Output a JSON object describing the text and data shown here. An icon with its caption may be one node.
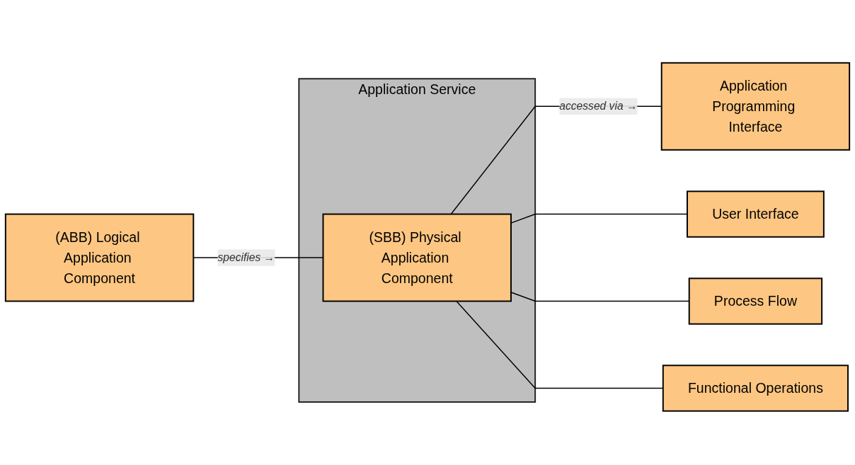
{
  "diagram": {
    "nodes": [
      {
        "text": [
          "(ABB) Logical Application Component"
        ]
      },
      {
        "text": [
          "Application Service"
        ]
      },
      {
        "text": [
          "(SBB) Physical Application Component"
        ],
        "in": 1
      },
      {
        "text": [
          "Application Programming Interface"
        ]
      },
      {
        "text": [
          "User Interface"
        ]
      },
      {
        "text": [
          "Process Flow"
        ]
      },
      {
        "text": [
          "Functional Operations"
        ]
      }
    ],
    "edges": [
      {
        "from": 0,
        "to": 2,
        "arrow": "none",
        "label": "specifies →"
      },
      {
        "from": 2,
        "to": 3,
        "arrow": "none",
        "label": "accessed via →"
      },
      {
        "from": 2,
        "to": 4,
        "arrow": "none"
      },
      {
        "from": 2,
        "to": 5,
        "arrow": "none"
      },
      {
        "from": 2,
        "to": 6,
        "arrow": "none"
      }
    ]
  }
}
